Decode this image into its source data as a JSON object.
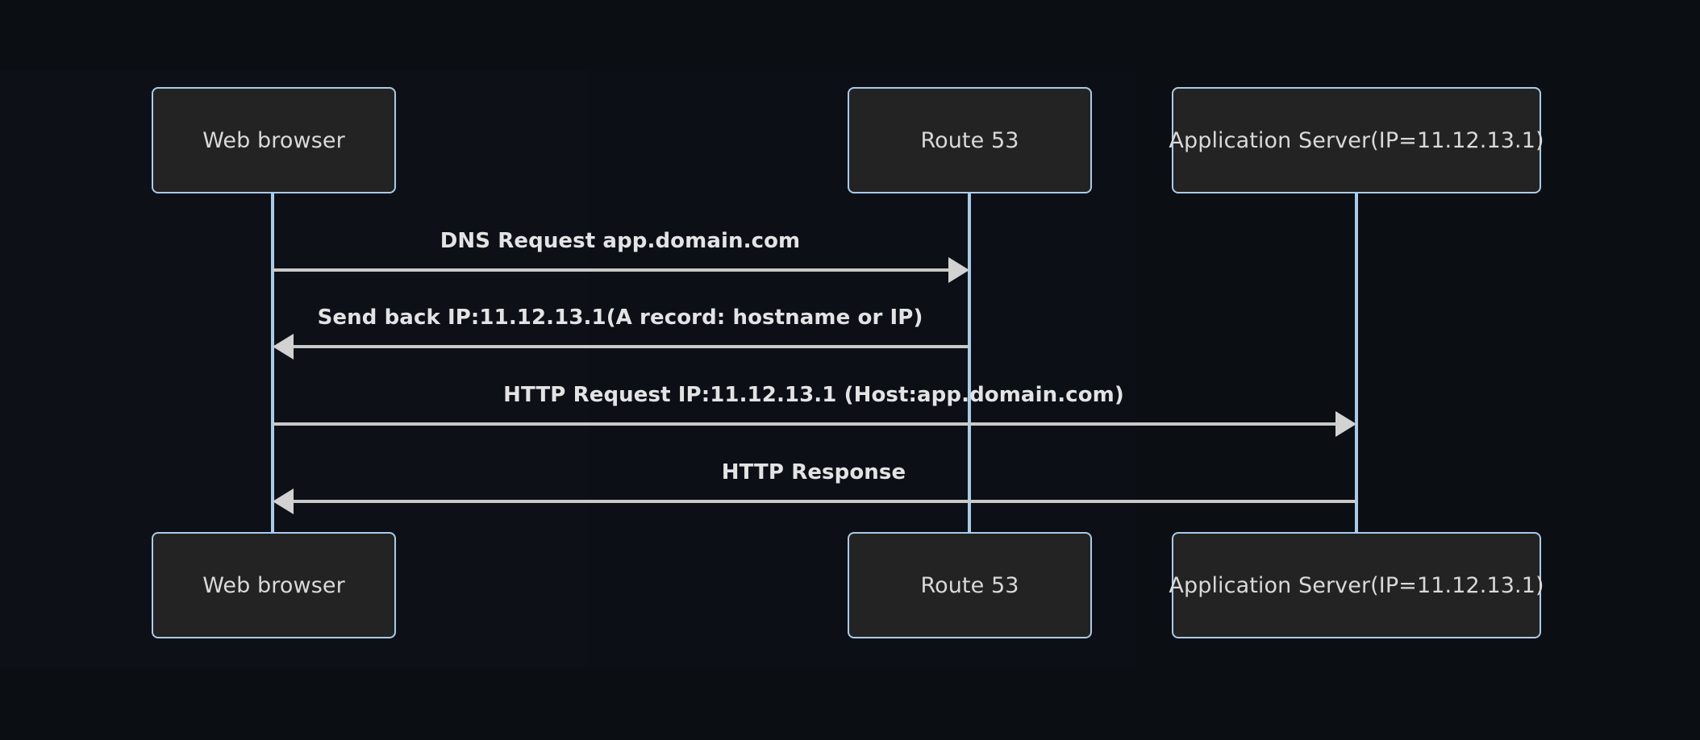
{
  "diagram": {
    "type": "sequence-diagram",
    "title": "",
    "colors": {
      "background": "#0b0e13",
      "actor_fill": "#232323",
      "actor_border": "#a9cbe9",
      "lifeline": "#a9cbe9",
      "arrow": "#c9c9c9",
      "text": "#d9d9d9",
      "message_text": "#e3e3e3"
    },
    "participants": [
      {
        "id": "browser",
        "label": "Web browser"
      },
      {
        "id": "route53",
        "label": "Route 53"
      },
      {
        "id": "appserver",
        "label": "Application Server(IP=11.12.13.1)"
      }
    ],
    "participants_bottom": [
      {
        "id": "browser-bottom",
        "label": "Web browser"
      },
      {
        "id": "route53-bottom",
        "label": "Route 53"
      },
      {
        "id": "appserver-bottom",
        "label": "Application Server(IP=11.12.13.1)"
      }
    ],
    "messages": [
      {
        "index": 1,
        "label": "DNS Request app.domain.com",
        "from": "browser",
        "to": "route53",
        "direction": "right"
      },
      {
        "index": 2,
        "label": "Send back IP:11.12.13.1(A record: hostname or IP)",
        "from": "route53",
        "to": "browser",
        "direction": "left"
      },
      {
        "index": 3,
        "label": "HTTP Request IP:11.12.13.1 (Host:app.domain.com)",
        "from": "browser",
        "to": "appserver",
        "direction": "right"
      },
      {
        "index": 4,
        "label": "HTTP Response",
        "from": "appserver",
        "to": "browser",
        "direction": "left"
      }
    ]
  }
}
